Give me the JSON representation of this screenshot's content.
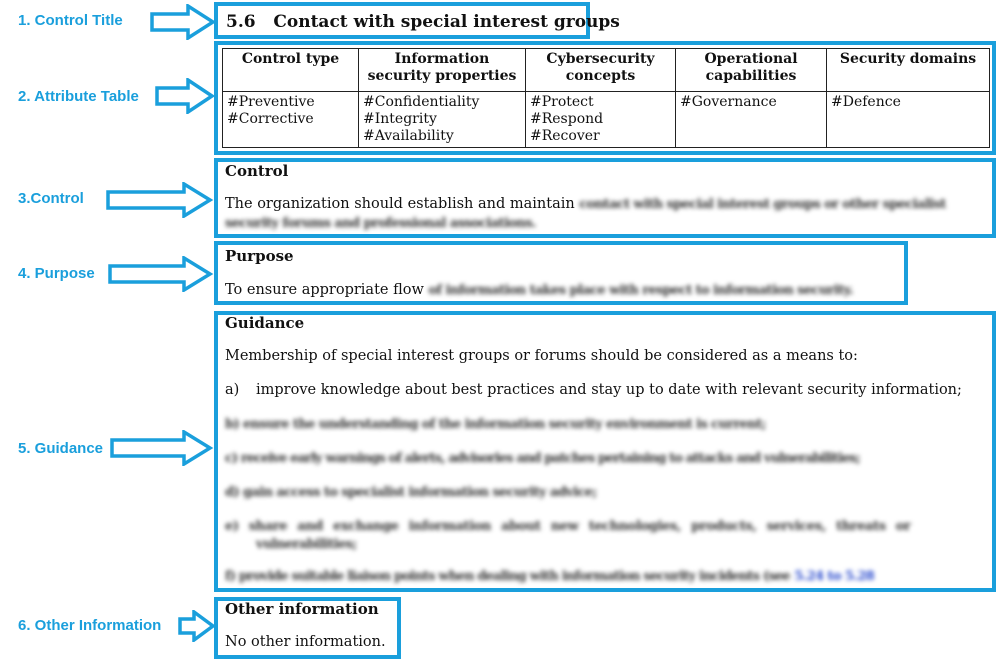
{
  "labels": {
    "title": "1. Control Title",
    "table": "2. Attribute Table",
    "control": "3.Control",
    "purpose": "4. Purpose",
    "guidance": "5. Guidance",
    "other": "6. Other Information"
  },
  "control_title": {
    "number": "5.6",
    "text": "Contact with special interest groups"
  },
  "attribute_table": {
    "headers": [
      "Control type",
      "Information\nsecurity properties",
      "Cybersecurity\nconcepts",
      "Operational\ncapabilities",
      "Security domains"
    ],
    "row": [
      "#Preventive\n#Corrective",
      "#Confidentiality\n#Integrity\n#Availability",
      "#Protect #Respond\n#Recover",
      "#Governance",
      "#Defence"
    ]
  },
  "control": {
    "heading": "Control",
    "text": "The organization should establish and maintain",
    "blurred_1": "contact with special interest groups or other specialist",
    "blurred_2": "security forums and professional associations."
  },
  "purpose": {
    "heading": "Purpose",
    "text": "To ensure appropriate flow",
    "blurred": "of information takes place with respect to information security."
  },
  "guidance": {
    "heading": "Guidance",
    "intro": "Membership of special interest groups or forums should be considered as a means to:",
    "item_a_marker": "a)",
    "item_a": "improve knowledge about best practices and stay up to date with relevant security information;",
    "blur_b": "b) ensure the understanding of the information security environment is current;",
    "blur_c": "c) receive early warnings of alerts, advisories and patches pertaining to attacks and vulnerabilities;",
    "blur_d": "d) gain access to specialist information security advice;",
    "blur_e1": "e) share and exchange information about new technologies, products, services, threats or",
    "blur_e2": "vulnerabilities;",
    "blur_f": "f) provide suitable liaison points when dealing with information security incidents (see",
    "blur_f_ref": "5.24 to 5.28"
  },
  "other_info": {
    "heading": "Other information",
    "text": "No other information."
  },
  "colors": {
    "accent": "#1a9fdc",
    "link": "#2244cc"
  }
}
